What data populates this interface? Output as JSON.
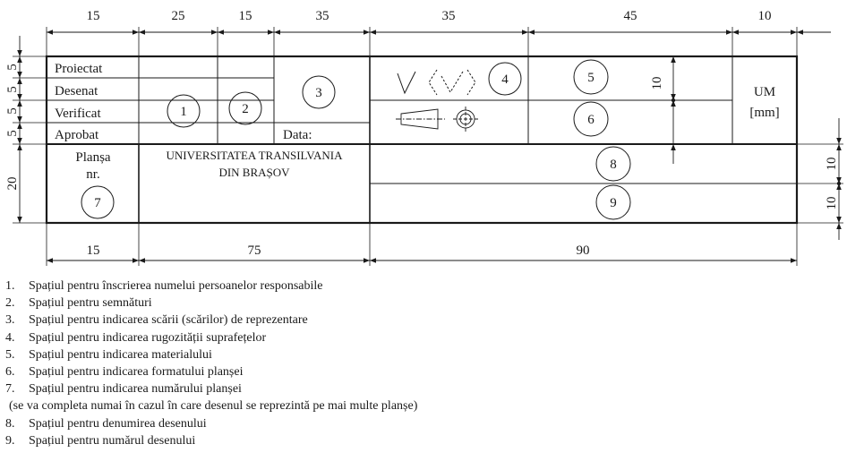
{
  "top_dimensions": [
    "15",
    "25",
    "15",
    "35",
    "35",
    "45",
    "10"
  ],
  "bottom_dimensions": [
    "15",
    "75",
    "90"
  ],
  "left_dimensions": [
    "5",
    "5",
    "5",
    "5",
    "20"
  ],
  "right_dimensions": [
    "10",
    "10"
  ],
  "inner_dimension": "10",
  "rows": [
    "Proiectat",
    "Desenat",
    "Verificat",
    "Aprobat"
  ],
  "data_label": "Data:",
  "plansa_label": "Planșa",
  "nr_label": "nr.",
  "university_line1": "UNIVERSITATEA TRANSILVANIA",
  "university_line2": "DIN BRAȘOV",
  "um_label": "UM",
  "mm_label": "[mm]",
  "circles": [
    "1",
    "2",
    "3",
    "4",
    "5",
    "6",
    "7",
    "8",
    "9"
  ],
  "legend": [
    {
      "num": "1.",
      "text": "Spațiul pentru înscrierea numelui persoanelor responsabile"
    },
    {
      "num": "2.",
      "text": "Spațiul pentru semnături"
    },
    {
      "num": "3.",
      "text": "Spațiul pentru indicarea scării (scărilor) de reprezentare"
    },
    {
      "num": "4.",
      "text": "Spațiul pentru indicarea rugozității suprafețelor"
    },
    {
      "num": "5.",
      "text": "Spațiul pentru indicarea materialului"
    },
    {
      "num": "6.",
      "text": "Spațiul pentru indicarea formatului planșei"
    },
    {
      "num": "7.",
      "text": "Spațiul pentru indicarea numărului planșei"
    },
    {
      "num": "",
      "text": "(se va completa numai în cazul în care desenul se reprezintă pe mai multe planșe)"
    },
    {
      "num": "8.",
      "text": "Spațiul pentru denumirea desenului"
    },
    {
      "num": "9.",
      "text": "Spațiul pentru numărul desenului"
    }
  ]
}
